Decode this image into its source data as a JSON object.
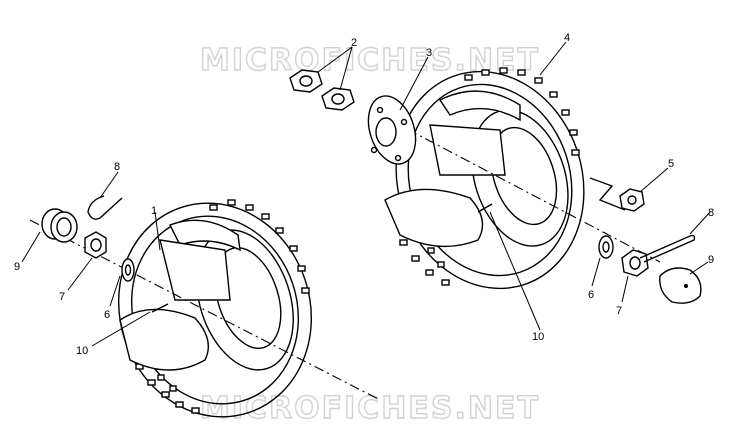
{
  "watermark": "MICROFICHES.NET",
  "callouts": {
    "c1": "1",
    "c2": "2",
    "c3": "3",
    "c4": "4",
    "c5": "5",
    "c6a": "6",
    "c6b": "6",
    "c7a": "7",
    "c7b": "7",
    "c8a": "8",
    "c8b": "8",
    "c9a": "9",
    "c9b": "9",
    "c10a": "10",
    "c10b": "10"
  }
}
